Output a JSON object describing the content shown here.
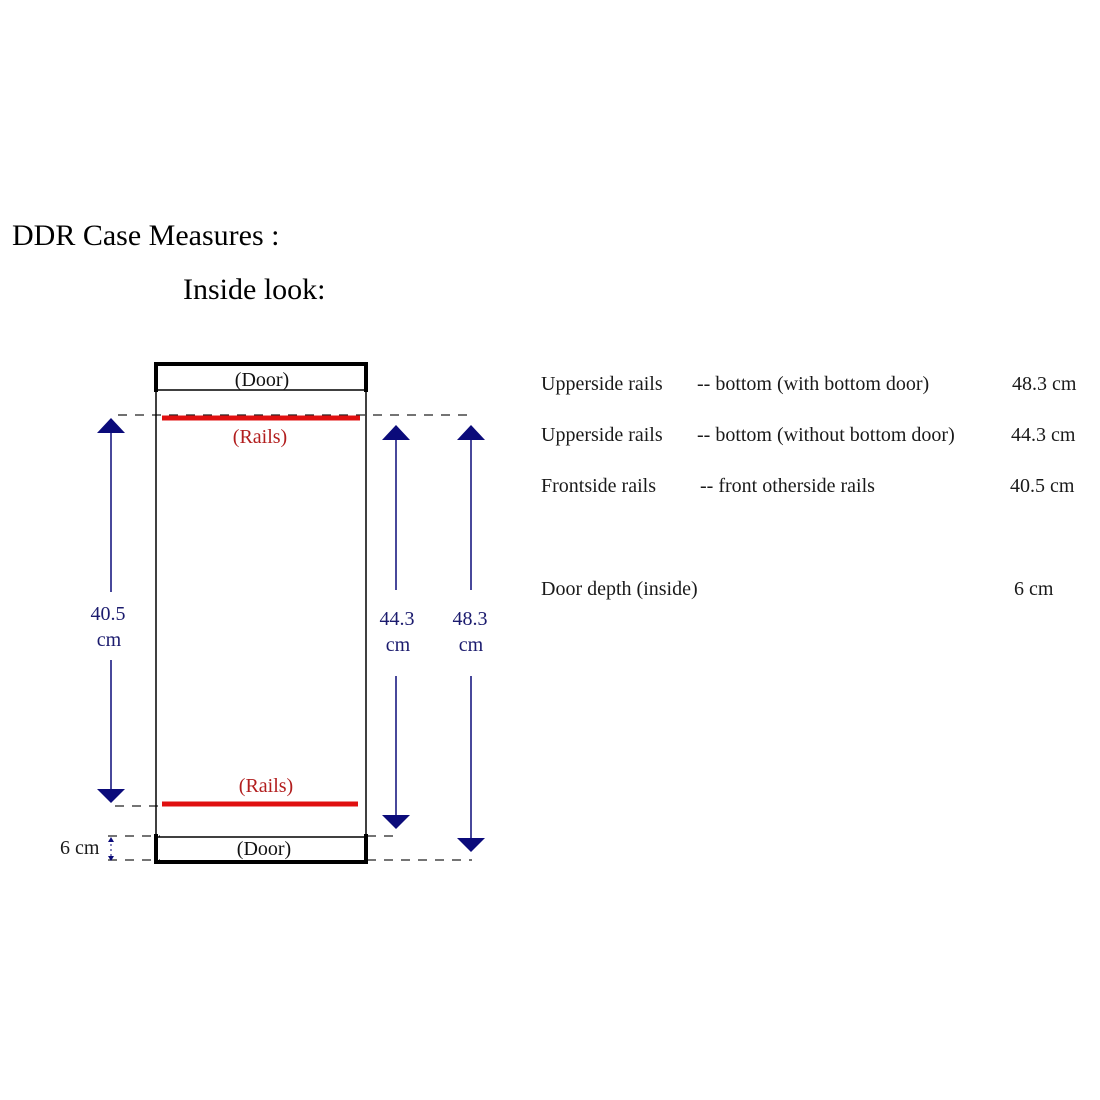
{
  "title": "DDR Case Measures :",
  "subtitle": "Inside look:",
  "diagram": {
    "door_top_label": "(Door)",
    "door_bottom_label": "(Door)",
    "rails_top_label": "(Rails)",
    "rails_bottom_label": "(Rails)",
    "dim_frontside": {
      "value": "40.5",
      "unit": "cm"
    },
    "dim_without_door": {
      "value": "44.3",
      "unit": "cm"
    },
    "dim_with_door": {
      "value": "48.3",
      "unit": "cm"
    },
    "door_depth_label": "6 cm",
    "colors": {
      "rail": "#e01010",
      "arrow": "#0b0b7a",
      "outline": "#000000"
    }
  },
  "measures": [
    {
      "name": "Upperside rails",
      "desc": "-- bottom (with bottom door)",
      "value": "48.3 cm"
    },
    {
      "name": "Upperside rails",
      "desc": "-- bottom (without bottom door)",
      "value": "44.3 cm"
    },
    {
      "name": "Frontside rails",
      "desc": "-- front otherside rails",
      "value": "40.5 cm"
    },
    {
      "name": "Door depth (inside)",
      "desc": "",
      "value": "6 cm"
    }
  ]
}
